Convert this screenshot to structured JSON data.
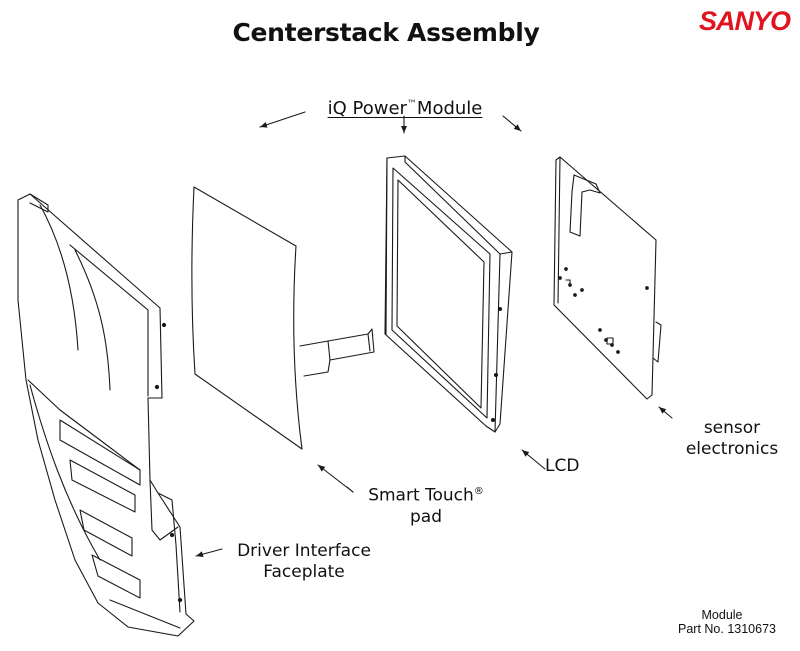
{
  "header": {
    "title": "Centerstack Assembly",
    "brand": "SANYO"
  },
  "labels": {
    "module_prefix": "iQ Power",
    "module_tm": "™",
    "module_suffix": "Module",
    "smart_touch_line1": "Smart Touch",
    "smart_touch_reg": "®",
    "smart_touch_line2": "pad",
    "lcd": "LCD",
    "sensor_line1": "sensor",
    "sensor_line2": "electronics",
    "faceplate_line1": "Driver Interface",
    "faceplate_line2": "Faceplate"
  },
  "footer": {
    "line1": "Module",
    "line2": "Part No. 1310673"
  },
  "colors": {
    "brand": "#e0141e",
    "line": "#1a1a1a"
  }
}
